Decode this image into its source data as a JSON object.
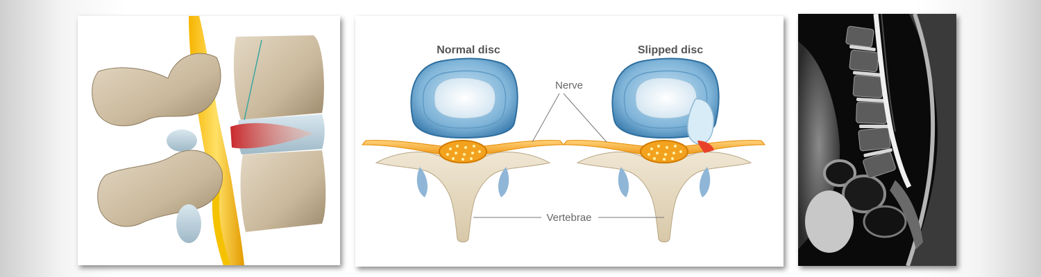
{
  "diagram": {
    "normal_title": "Normal disc",
    "slipped_title": "Slipped disc",
    "nerve_label": "Nerve",
    "vertebrae_label": "Vertebrae"
  }
}
